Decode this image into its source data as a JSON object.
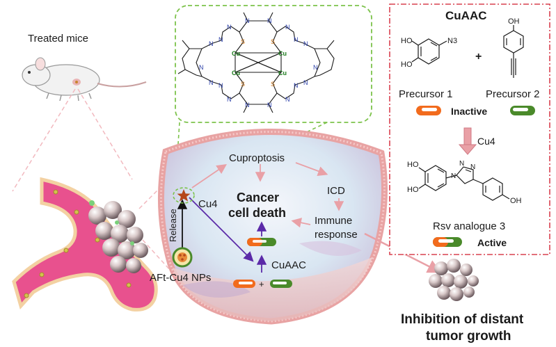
{
  "mice": {
    "label": "Treated mice"
  },
  "complex": {
    "atoms": {
      "cu": "Cu",
      "s": "S",
      "n": "N"
    }
  },
  "cuaac_panel": {
    "title": "CuAAC",
    "plus": "+",
    "precursor1": "Precursor 1",
    "precursor2": "Precursor 2",
    "inactive": "Inactive",
    "catalyst": "Cu4",
    "product": "Rsv analogue 3",
    "active": "Active",
    "groups": {
      "hydroxyl": "HO",
      "hydroxyl_right": "OH",
      "azide": "N3",
      "triazole_n": "N"
    }
  },
  "cell": {
    "cuproptosis": "Cuproptosis",
    "icd": "ICD",
    "cancer_death_line1": "Cancer",
    "cancer_death_line2": "cell death",
    "immune_line1": "Immune",
    "immune_line2": "response",
    "cu4": "Cu4",
    "release": "Release",
    "nps": "AFt-Cu4 NPs",
    "cuaac": "CuAAC",
    "plus": "+"
  },
  "outcome": {
    "line1": "Inhibition of distant",
    "line2": "tumor growth"
  },
  "colors": {
    "orange": "#f26b1d",
    "green": "#4a8a2a",
    "purple": "#5b2aa8",
    "pink_arrow": "#e9a0a6",
    "dashed_red": "#d9404f",
    "dashed_green": "#7cc24a",
    "vessel": "#e8518e",
    "cu": "#1a7a1a",
    "sulfur": "#d0781a",
    "nitrogen": "#2a3ea8"
  }
}
